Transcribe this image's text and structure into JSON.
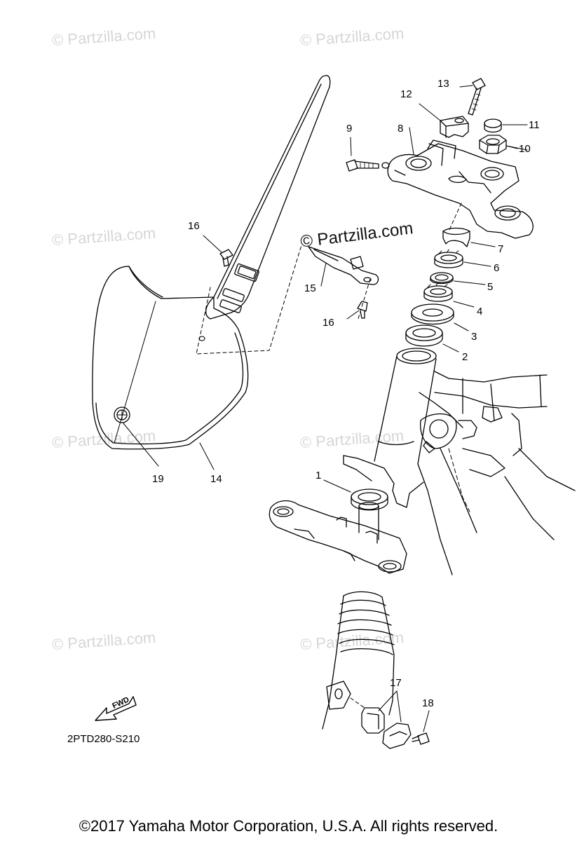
{
  "watermark": {
    "text": "© Partzilla.com",
    "main_text": "© Partzilla.com"
  },
  "callouts": {
    "c1": "1",
    "c2": "2",
    "c3": "3",
    "c4": "4",
    "c5": "5",
    "c6": "6",
    "c7": "7",
    "c8": "8",
    "c9": "9",
    "c10": "10",
    "c11": "11",
    "c12": "12",
    "c13": "13",
    "c14": "14",
    "c15": "15",
    "c16a": "16",
    "c16b": "16",
    "c17": "17",
    "c18": "18",
    "c19": "19"
  },
  "fwd_label": "FWD",
  "ref_code": "2PTD280-S210",
  "copyright": "©2017  Yamaha Motor Corporation, U.S.A. All rights reserved."
}
